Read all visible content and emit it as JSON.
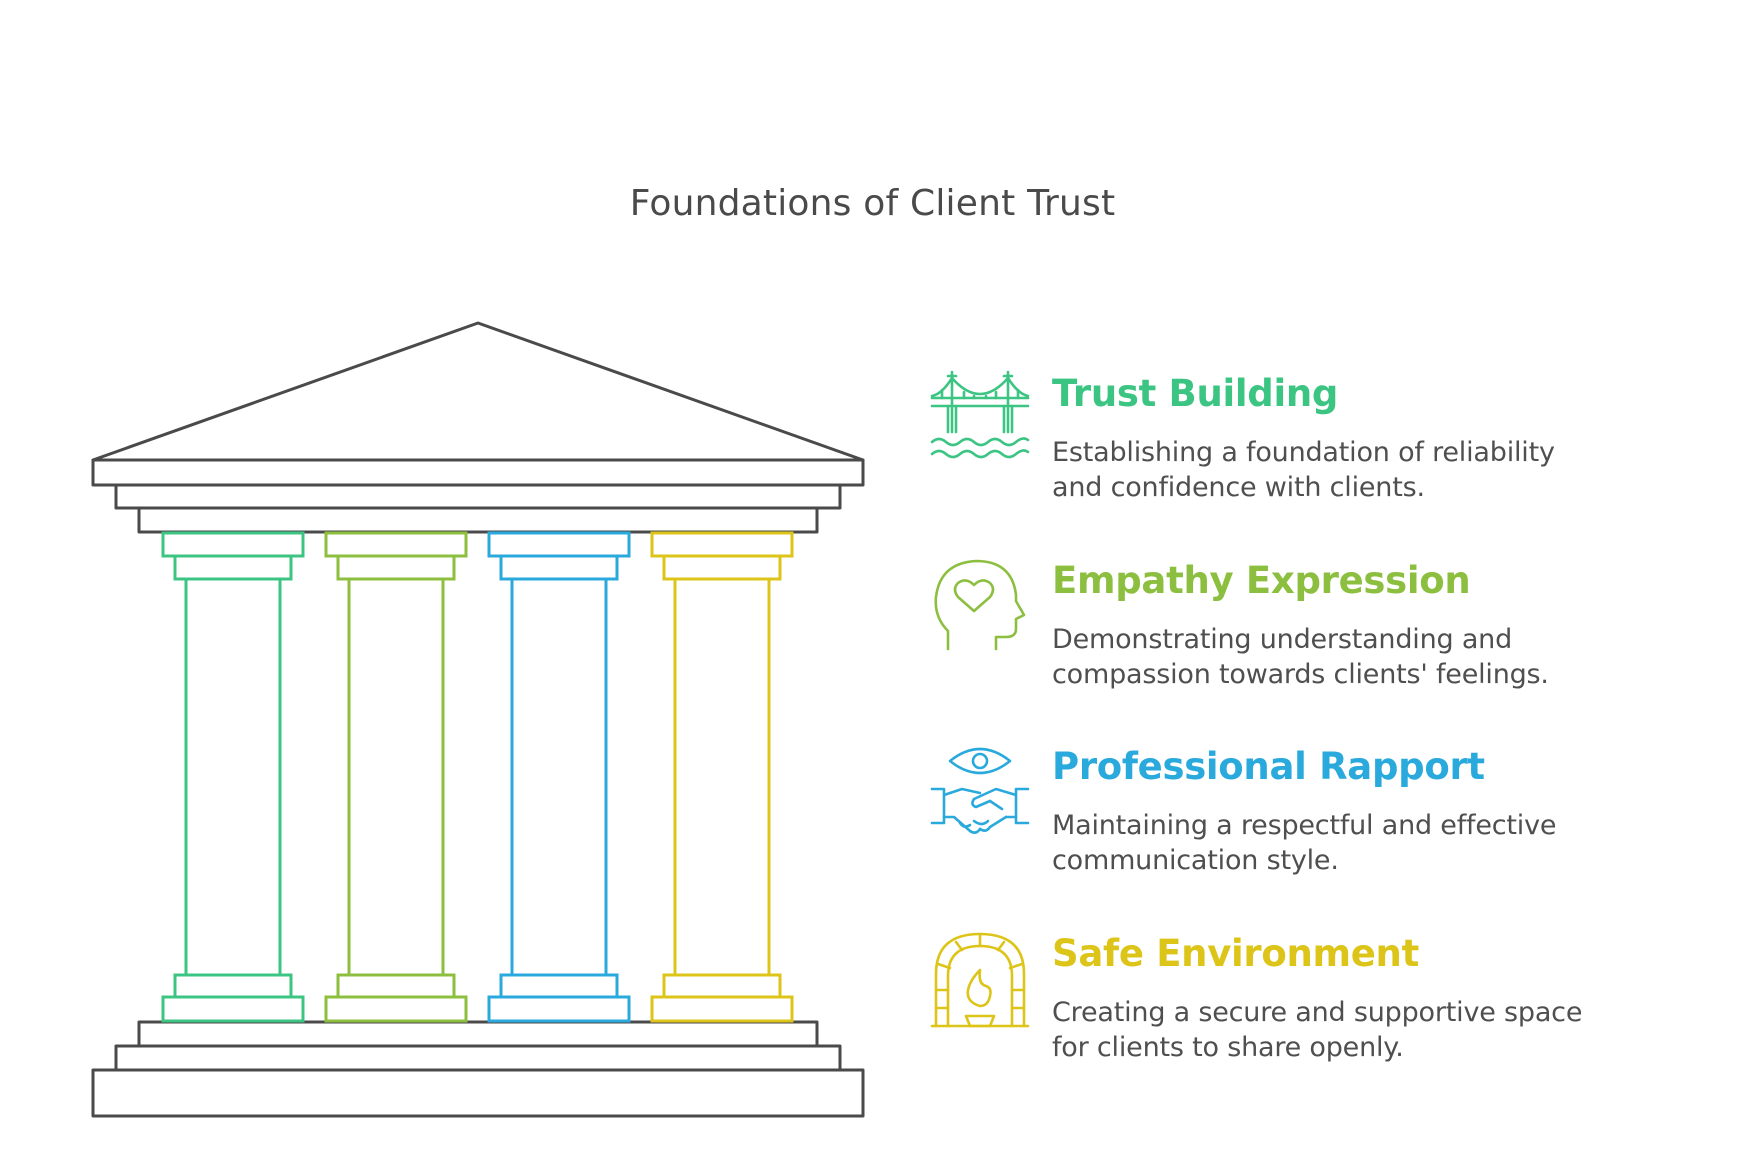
{
  "title": "Foundations of Client Trust",
  "colors": {
    "outline": "#4a4a4a",
    "trust": "#3cc483",
    "empathy": "#8cbf3f",
    "rapport": "#2aa9dc",
    "safe": "#ddc419"
  },
  "items": [
    {
      "heading": "Trust Building",
      "description": "Establishing a foundation of reliability and confidence with clients.",
      "icon": "bridge-icon",
      "color": "#3cc483"
    },
    {
      "heading": "Empathy Expression",
      "description": "Demonstrating understanding and compassion towards clients' feelings.",
      "icon": "head-heart-icon",
      "color": "#8cbf3f"
    },
    {
      "heading": "Professional Rapport",
      "description": "Maintaining a respectful and effective communication style.",
      "icon": "eye-handshake-icon",
      "color": "#2aa9dc"
    },
    {
      "heading": "Safe Environment",
      "description": "Creating a secure and supportive space for clients to share openly.",
      "icon": "fireplace-icon",
      "color": "#ddc419"
    }
  ]
}
